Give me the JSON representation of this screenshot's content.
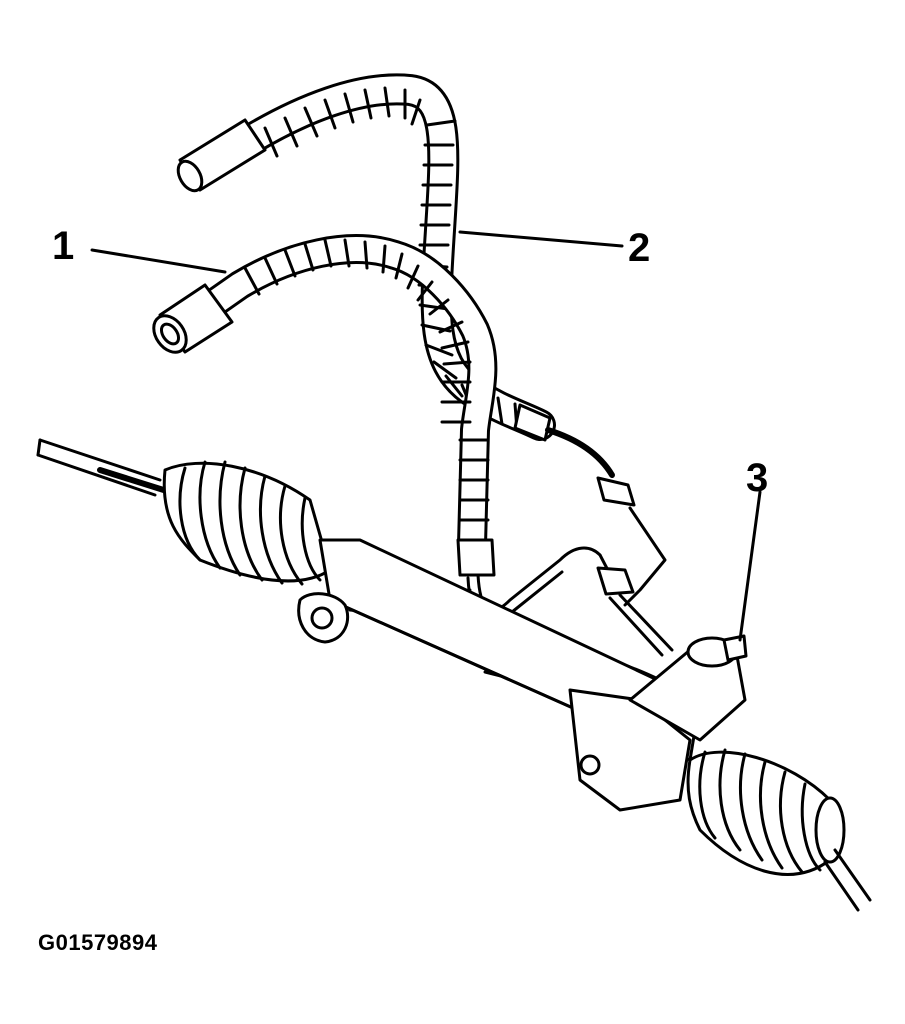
{
  "callouts": [
    {
      "label": "1"
    },
    {
      "label": "2"
    },
    {
      "label": "3"
    }
  ],
  "figure_id": "G01579894",
  "colors": {
    "line": "#000000",
    "background": "#ffffff"
  }
}
